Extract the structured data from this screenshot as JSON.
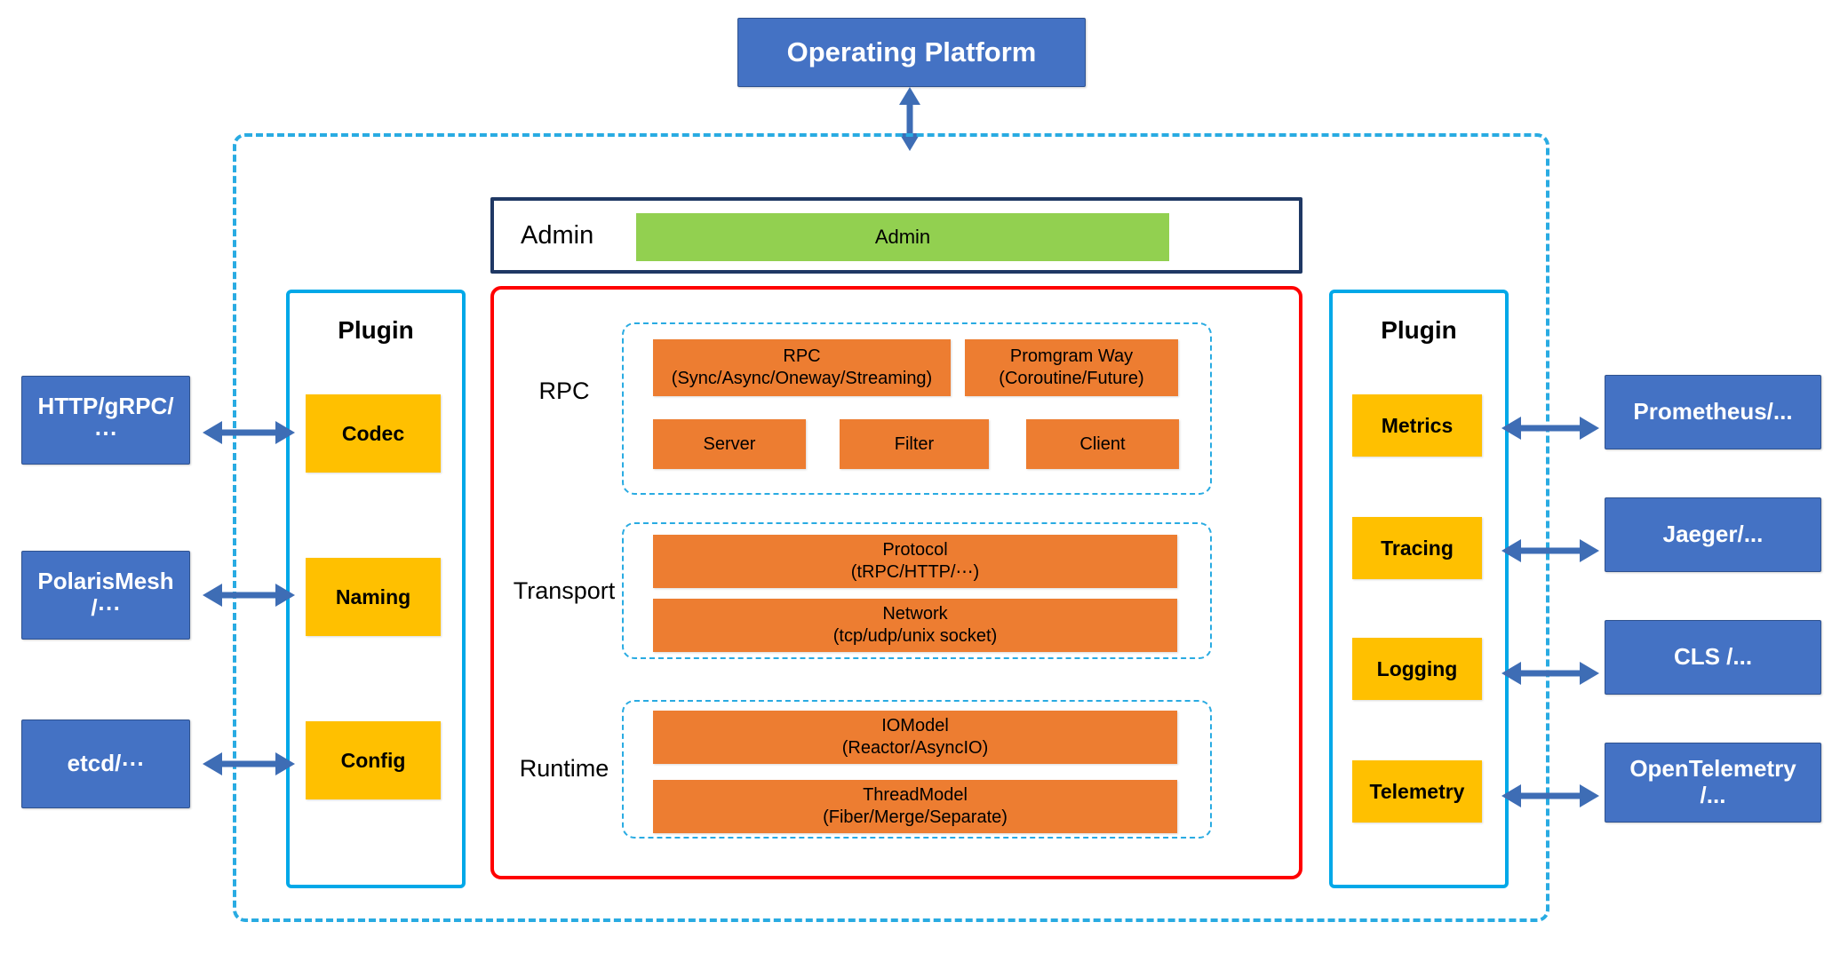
{
  "title": {
    "label": "Operating Platform"
  },
  "admin": {
    "row_label": "Admin",
    "block_label": "Admin"
  },
  "layers": [
    {
      "name": "RPC",
      "blocks": [
        {
          "label": "RPC\n(Sync/Async/Oneway/Streaming)",
          "line1": "RPC",
          "line2": "(Sync/Async/Oneway/Streaming)"
        },
        {
          "label": "Promgram Way\n(Coroutine/Future)",
          "line1": "Promgram Way",
          "line2": "(Coroutine/Future)"
        },
        {
          "label": "Server",
          "line1": "Server",
          "line2": ""
        },
        {
          "label": "Filter",
          "line1": "Filter",
          "line2": ""
        },
        {
          "label": "Client",
          "line1": "Client",
          "line2": ""
        }
      ]
    },
    {
      "name": "Transport",
      "blocks": [
        {
          "label": "Protocol\n(tRPC/HTTP/⋯)",
          "line1": "Protocol",
          "line2": "(tRPC/HTTP/⋯)"
        },
        {
          "label": "Network\n(tcp/udp/unix socket)",
          "line1": "Network",
          "line2": "(tcp/udp/unix socket)"
        }
      ]
    },
    {
      "name": "Runtime",
      "blocks": [
        {
          "label": "IOModel\n(Reactor/AsyncIO)",
          "line1": "IOModel",
          "line2": "(Reactor/AsyncIO)"
        },
        {
          "label": "ThreadModel\n(Fiber/Merge/Separate)",
          "line1": "ThreadModel",
          "line2": "(Fiber/Merge/Separate)"
        }
      ]
    }
  ],
  "plugin_left": {
    "title": "Plugin",
    "items": [
      {
        "label": "Codec"
      },
      {
        "label": "Naming"
      },
      {
        "label": "Config"
      }
    ]
  },
  "plugin_right": {
    "title": "Plugin",
    "items": [
      {
        "label": "Metrics"
      },
      {
        "label": "Tracing"
      },
      {
        "label": "Logging"
      },
      {
        "label": "Telemetry"
      }
    ]
  },
  "external_left": [
    {
      "line1": "HTTP/gRPC/",
      "line2": "⋯"
    },
    {
      "line1": "PolarisMesh",
      "line2": "/⋯"
    },
    {
      "line1": "etcd/⋯",
      "line2": ""
    }
  ],
  "external_right": [
    {
      "line1": "Prometheus/...",
      "line2": ""
    },
    {
      "line1": "Jaeger/...",
      "line2": ""
    },
    {
      "line1": "CLS /...",
      "line2": ""
    },
    {
      "line1": "OpenTelemetry",
      "line2": "/..."
    }
  ],
  "colors": {
    "blue_box": "#4472C4",
    "blue_box_border": "#2F528F",
    "dashed_cyan": "#29ABE2",
    "plugin_border": "#00A8E8",
    "core_red": "#FF0000",
    "admin_border": "#1F3864",
    "admin_green": "#92D050",
    "orange_block": "#ED7D31",
    "plugin_item_yellow": "#FFC000",
    "arrow_blue": "#3E6DB5"
  }
}
